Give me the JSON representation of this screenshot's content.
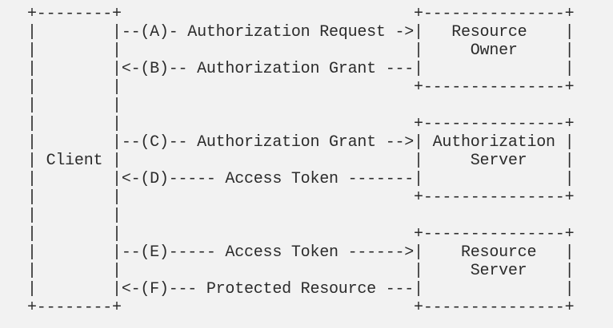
{
  "diagram": {
    "lines": [
      "+--------+                               +---------------+",
      "|        |--(A)- Authorization Request ->|   Resource    |",
      "|        |                               |     Owner     |",
      "|        |<-(B)-- Authorization Grant ---|               |",
      "|        |                               +---------------+",
      "|        |",
      "|        |                               +---------------+",
      "|        |--(C)-- Authorization Grant -->| Authorization |",
      "| Client |                               |     Server    |",
      "|        |<-(D)----- Access Token -------|               |",
      "|        |                               +---------------+",
      "|        |",
      "|        |                               +---------------+",
      "|        |--(E)----- Access Token ------>|    Resource   |",
      "|        |                               |     Server    |",
      "|        |<-(F)--- Protected Resource ---|               |",
      "+--------+                               +---------------+"
    ]
  }
}
